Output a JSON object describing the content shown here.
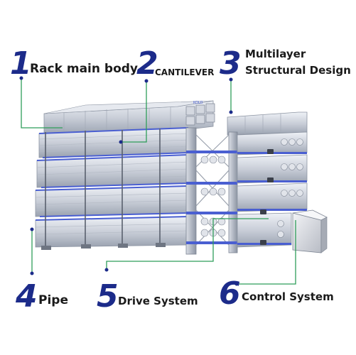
{
  "colors": {
    "accent_blue": "#1c2b8a",
    "leader_green": "#2f9e5a",
    "rack_blue": "#4a5fd1"
  },
  "callouts": [
    {
      "number": "1",
      "label": "Rack main body"
    },
    {
      "number": "2",
      "label": "CANTILEVER"
    },
    {
      "number": "3",
      "label_line1": "Multilayer",
      "label_line2": "Structural Design"
    },
    {
      "number": "4",
      "label": "Pipe"
    },
    {
      "number": "5",
      "label": "Drive System"
    },
    {
      "number": "6",
      "label": "Control System"
    }
  ]
}
